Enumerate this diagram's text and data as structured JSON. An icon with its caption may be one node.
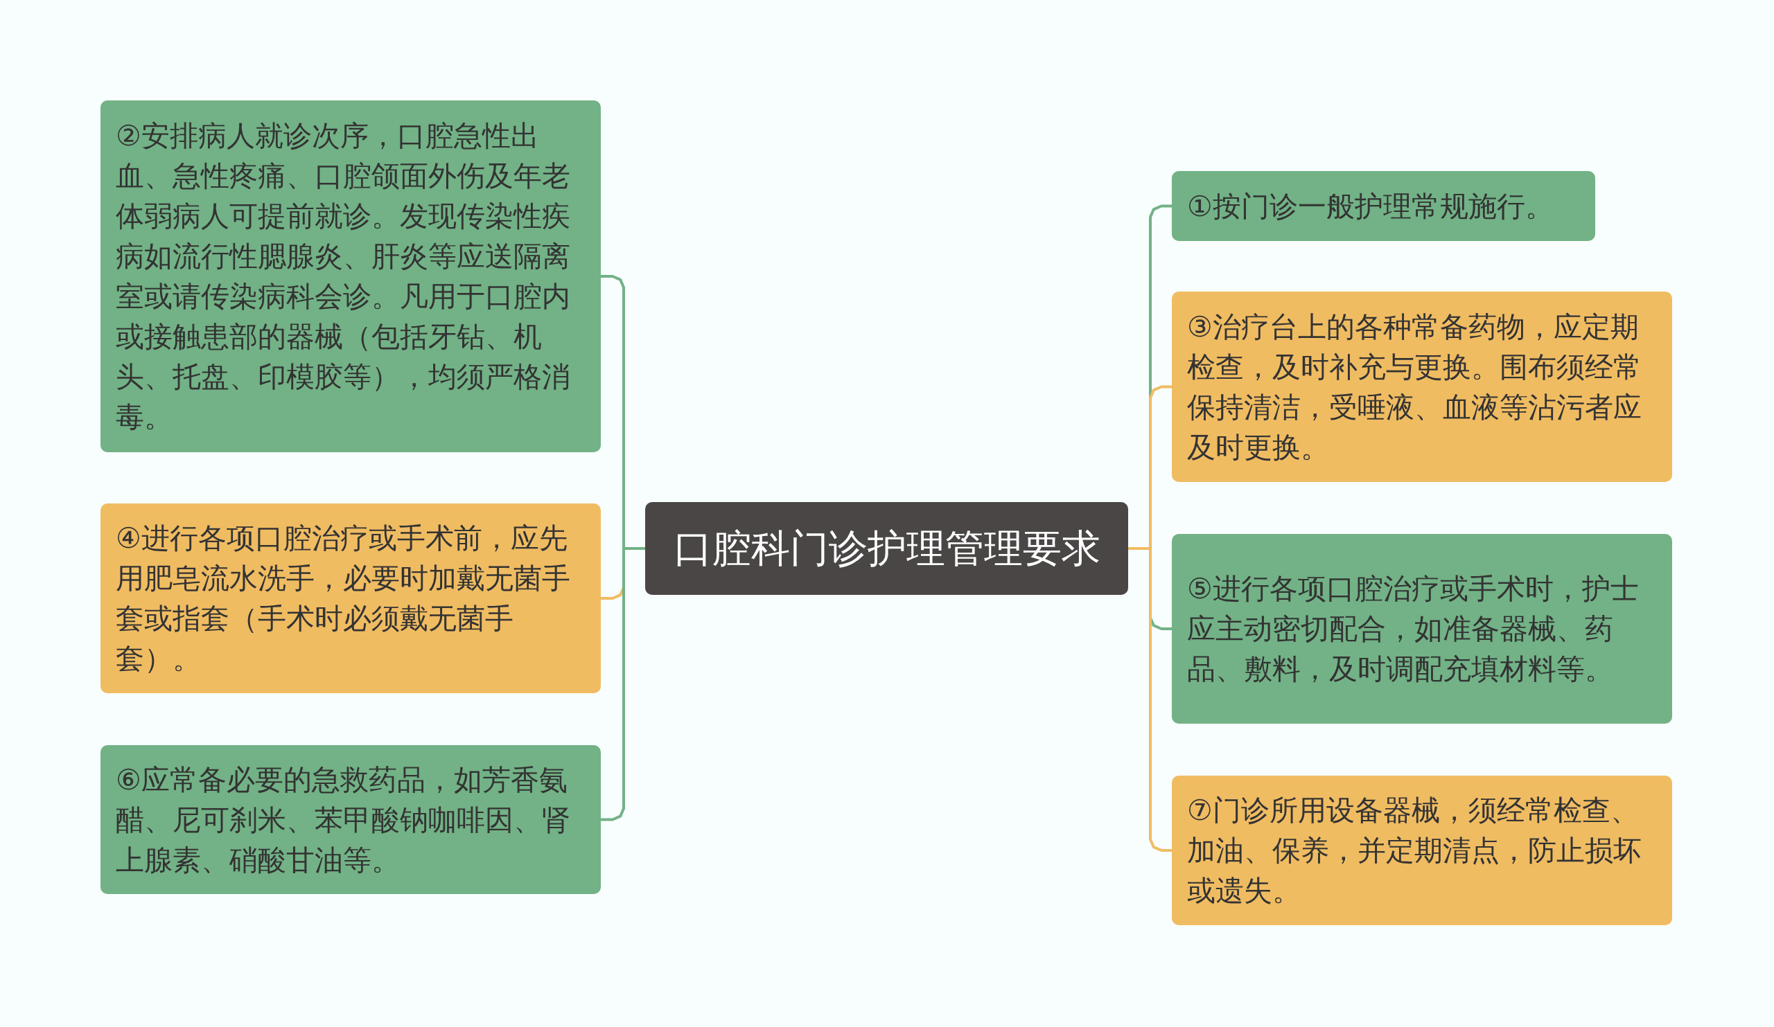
{
  "diagram": {
    "nodes": [
      {
        "text": [
          "口腔科门诊护理管理要求"
        ]
      },
      {
        "text": [
          "②安排病人就诊次序，口腔急性出血、急性疼痛、口腔颌面外伤及年老体弱病人可提前就诊。发现传染性疾病如流行性腮腺炎、肝炎等应送隔离室或请传染病科会诊。凡用于口腔内或接触患部的器械（包括牙钻、机头、托盘、印模胶等），均须严格消毒。"
        ]
      },
      {
        "text": [
          "④进行各项口腔治疗或手术前，应先用肥皂流水洗手，必要时加戴无菌手套或指套（手术时必须戴无菌手套）。"
        ]
      },
      {
        "text": [
          "⑥应常备必要的急救药品，如芳香氨醋、尼可刹米、苯甲酸钠咖啡因、肾上腺素、硝酸甘油等。"
        ]
      },
      {
        "text": [
          "①按门诊一般护理常规施行。"
        ]
      },
      {
        "text": [
          "③治疗台上的各种常备药物，应定期检查，及时补充与更换。围布须经常保持清洁，受唾液、血液等沾污者应及时更换。"
        ]
      },
      {
        "text": [
          "⑤进行各项口腔治疗或手术时，护士应主动密切配合，如准备器械、药品、敷料，及时调配充填材料等。"
        ]
      },
      {
        "text": [
          "⑦门诊所用设备器械，须经常检查、加油、保养，并定期清点，防止损坏或遗失。"
        ]
      }
    ],
    "edges": [
      {
        "from": 0,
        "to": 1,
        "arrow": "none"
      },
      {
        "from": 0,
        "to": 2,
        "arrow": "none",
        "color": "#f0bc62"
      },
      {
        "from": 0,
        "to": 3,
        "arrow": "none"
      },
      {
        "from": 0,
        "to": 4,
        "arrow": "none"
      },
      {
        "from": 0,
        "to": 5,
        "arrow": "none",
        "color": "#f0bc62"
      },
      {
        "from": 0,
        "to": 6,
        "arrow": "none"
      },
      {
        "from": 0,
        "to": 7,
        "arrow": "none",
        "color": "#f0bc62"
      }
    ]
  }
}
